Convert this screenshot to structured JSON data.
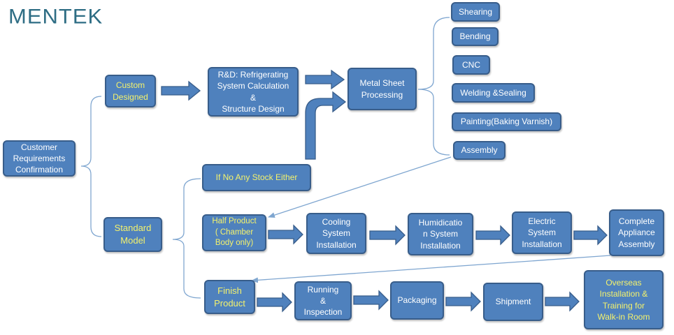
{
  "logo": "MENTEK",
  "colors": {
    "box_fill": "#4f81bd",
    "box_border": "#385d8a",
    "highlight_text": "#f4f26c",
    "logo": "#2e6d84",
    "connector": "#7fa6d0"
  },
  "nodes": {
    "customer_requirements": "Customer\nRequirements\nConfirmation",
    "custom_designed": "Custom\nDesigned",
    "standard_model": "Standard\nModel",
    "rd_design": "R&D: Refrigerating\nSystem Calculation\n&\nStructure Design",
    "metal_sheet": "Metal Sheet\nProcessing",
    "shearing": "Shearing",
    "bending": "Bending",
    "cnc": "CNC",
    "welding": "Welding &Sealing",
    "painting": "Painting(Baking Varnish)",
    "assembly": "Assembly",
    "no_stock": "If No  Any Stock Either",
    "half_product": "Half Product\n( Chamber\nBody only)",
    "cooling": "Cooling\nSystem\nInstallation",
    "humidication": "Humidicatio\nn System\nInstallation",
    "electric": "Electric\nSystem\nInstallation",
    "complete_appliance": "Complete\nAppliance\nAssembly",
    "finish_product": "Finish\nProduct",
    "running": "Running\n&\nInspection",
    "packaging": "Packaging",
    "shipment": "Shipment",
    "overseas": "Overseas\nInstallation &\nTraining for\nWalk-in Room"
  }
}
